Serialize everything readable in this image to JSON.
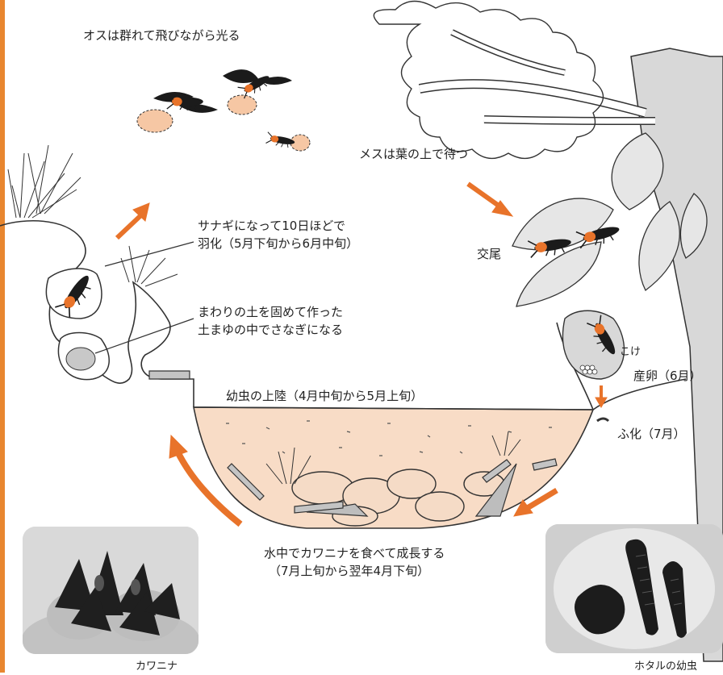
{
  "labels": {
    "males_flying": "オスは群れて飛びながら光る",
    "female_waits": "メスは葉の上で待つ",
    "mating": "交尾",
    "moss": "こけ",
    "egg_laying": "産卵（6月）",
    "hatching": "ふ化（7月）",
    "growth_line1": "水中でカワニナを食べて成長する",
    "growth_line2": "（7月上旬から翌年4月下旬）",
    "landing": "幼虫の上陸（4月中旬から5月上旬）",
    "cocoon_line1": "まわりの土を固めて作った",
    "cocoon_line2": "土まゆの中でさなぎになる",
    "emerge_line1": "サナギになって10日ほどで",
    "emerge_line2": "羽化（5月下旬から6月中旬）",
    "photo_snails_caption": "カワニナ",
    "photo_larvae_caption": "ホタルの幼虫"
  },
  "colors": {
    "arrow": "#e8732a",
    "left_border": "#e8862f",
    "sand": "#f8dcc6",
    "glow": "#f6c7a4",
    "tree": "#d8d8d8",
    "leaf": "#e6e6e6",
    "firefly_body": "#1b1b1b",
    "firefly_thorax": "#e8732a"
  }
}
